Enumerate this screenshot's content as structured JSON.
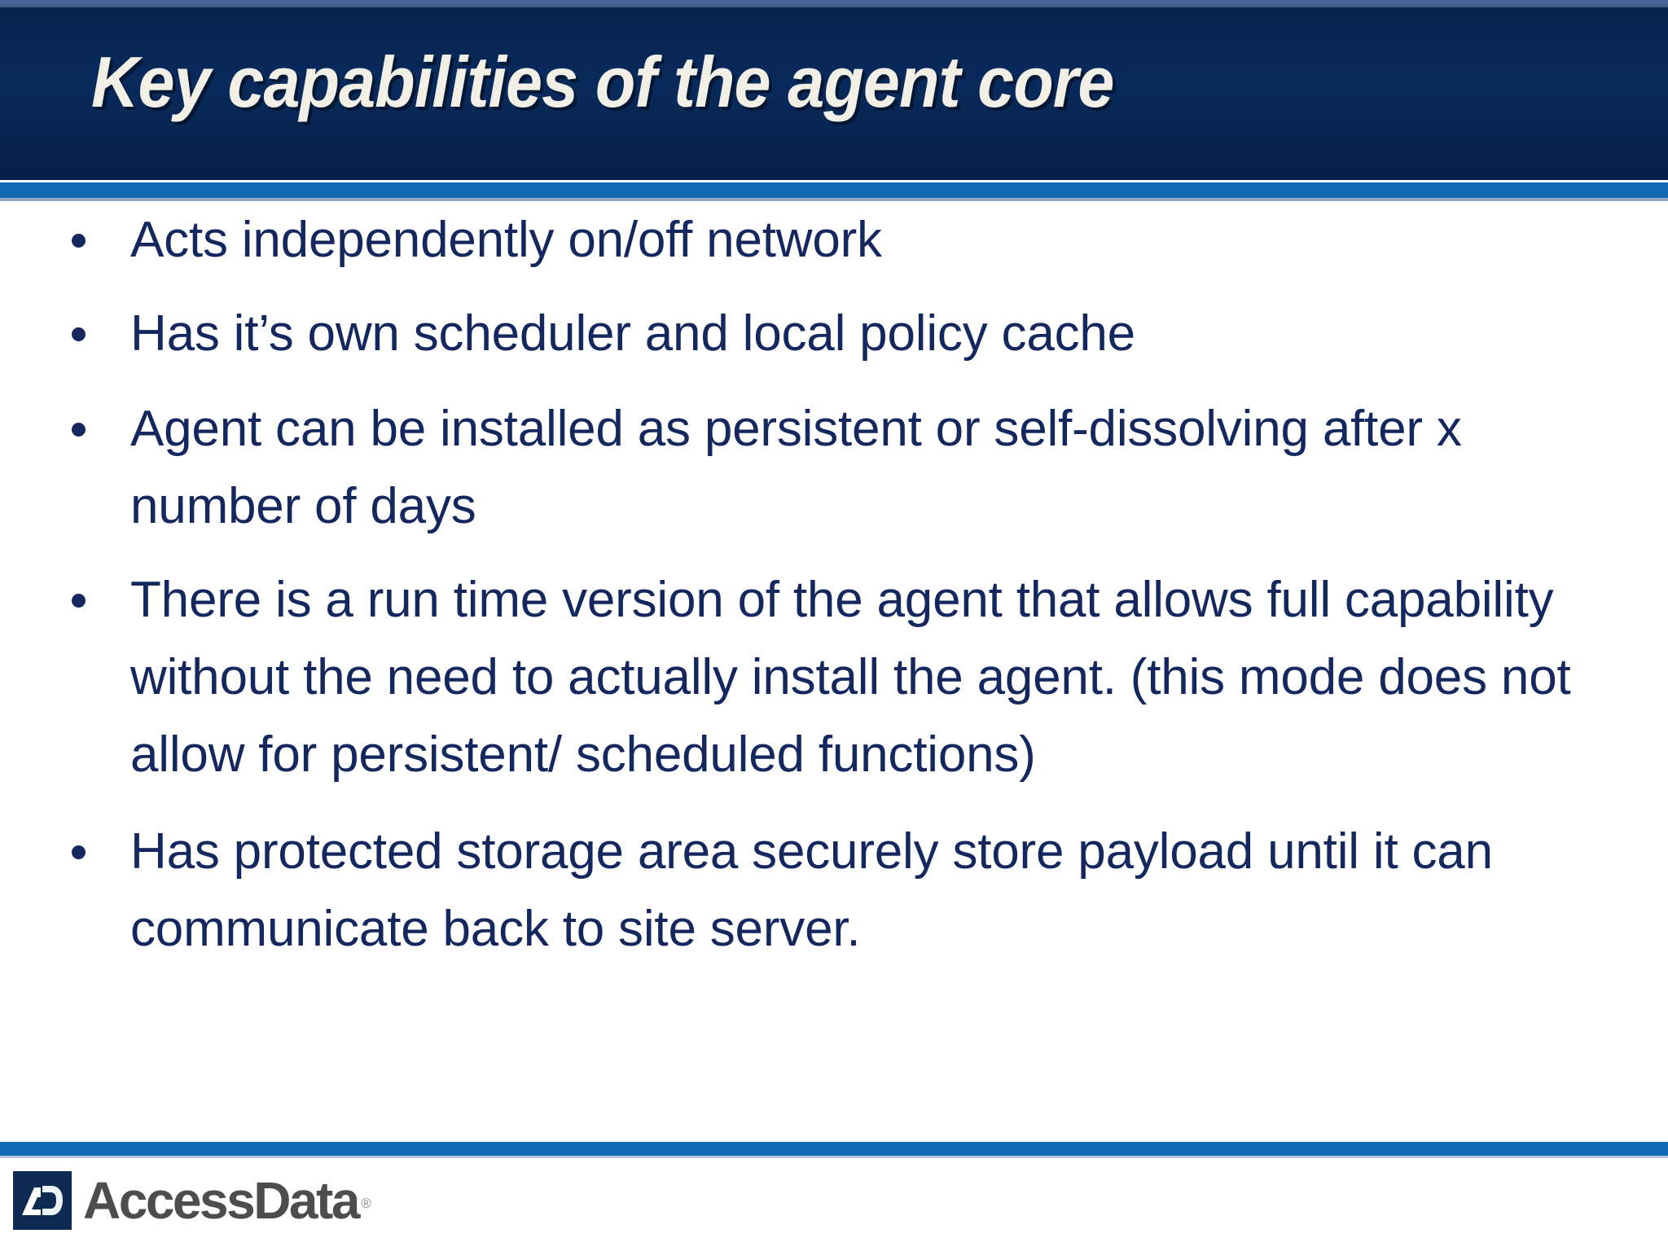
{
  "slide": {
    "title": "Key capabilities of the agent core",
    "colors": {
      "header_navy": "#082a5c",
      "accent_blue": "#1268b3",
      "body_text_navy": "#14275e",
      "title_cream": "#f2efe6",
      "logo_gray": "#4d4d4d",
      "background": "#ffffff"
    },
    "bullets": [
      {
        "text": "Acts independently on/off network"
      },
      {
        "text": "Has it’s own scheduler and local policy cache"
      },
      {
        "text": "Agent can be installed as persistent or self-dissolving after x number of days"
      },
      {
        "text": "There is a run time version of the agent that allows full capability without the need to actually install the agent. (this mode does not allow for persistent/ scheduled functions)"
      },
      {
        "text": "Has protected storage area securely store payload until it can communicate back to site server."
      }
    ],
    "footer": {
      "logo_monogram": "AD",
      "logo_wordmark": "AccessData",
      "logo_registered": "®"
    }
  }
}
